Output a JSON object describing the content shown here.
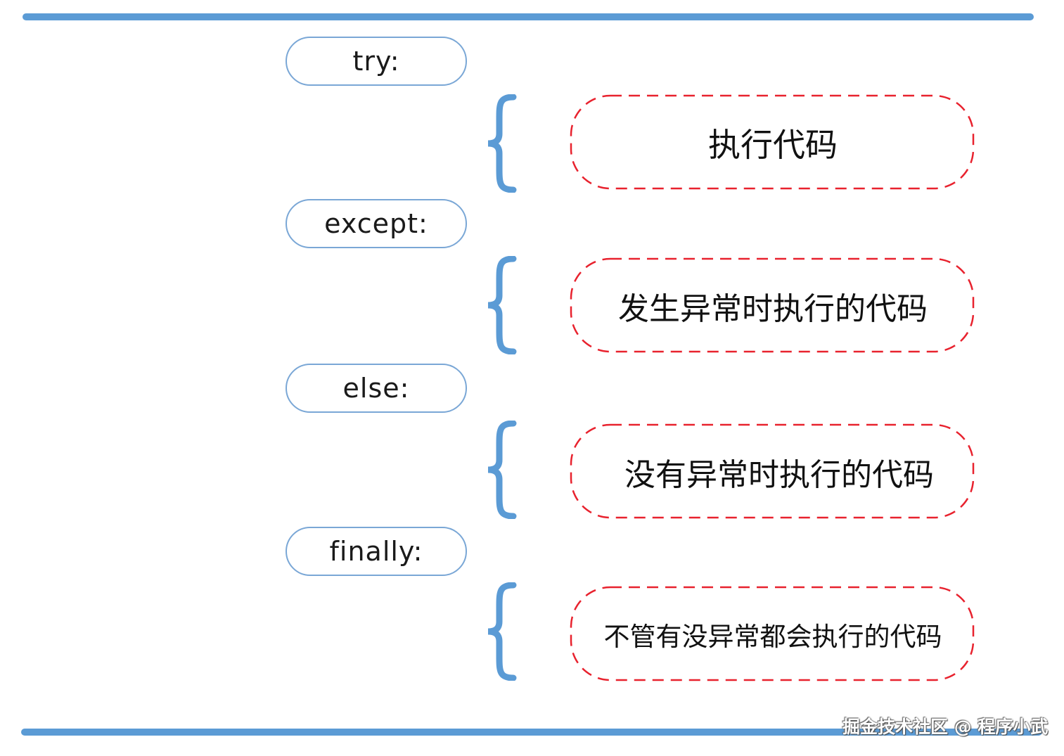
{
  "colors": {
    "rule": "#5b9bd5",
    "keyword_border": "#7aa7d6",
    "brace": "#5b9bd5",
    "dash_border": "#e8222e"
  },
  "sections": [
    {
      "keyword": "try:",
      "description": "执行代码"
    },
    {
      "keyword": "except:",
      "description": "发生异常时执行的代码"
    },
    {
      "keyword": "else:",
      "description": "没有异常时执行的代码"
    },
    {
      "keyword": "finally:",
      "description": "不管有没异常都会执行的代码"
    }
  ],
  "watermark": "掘金技术社区 @ 程序小武"
}
